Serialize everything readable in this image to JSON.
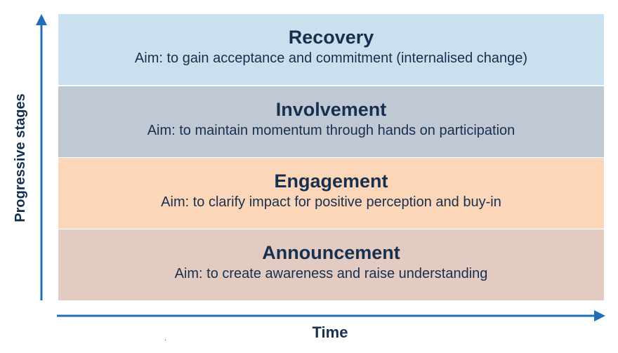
{
  "stages": [
    {
      "title": "Recovery",
      "aim": "Aim: to gain acceptance and commitment (internalised change)",
      "color": "#cae0ee"
    },
    {
      "title": "Involvement",
      "aim": "Aim: to maintain momentum through hands on participation",
      "color": "#c0c8d4"
    },
    {
      "title": "Engagement",
      "aim": "Aim: to clarify impact for positive perception and buy-in",
      "color": "#fbd6b9"
    },
    {
      "title": "Announcement",
      "aim": "Aim: to create awareness and raise understanding",
      "color": "#e3cbc2"
    }
  ],
  "axes": {
    "y_label": "Progressive stages",
    "x_label": "Time",
    "arrow_color": "#1f6fb5"
  },
  "footnote_mark": "."
}
